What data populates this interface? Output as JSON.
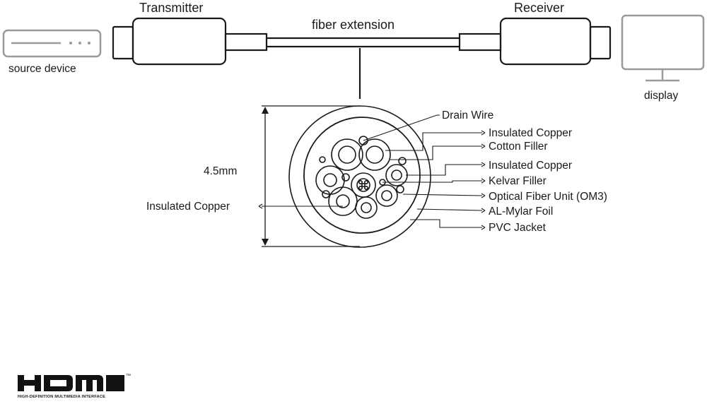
{
  "top": {
    "source_label": "source device",
    "transmitter_label": "Transmitter",
    "fiber_label": "fiber extension",
    "receiver_label": "Receiver",
    "display_label": "display"
  },
  "cross_section": {
    "diameter_label": "4.5mm",
    "left_callout": "Insulated Copper",
    "callouts": [
      "Drain Wire",
      "Insulated Copper",
      "Cotton Filler",
      "Insulated Copper",
      "Kelvar Filler",
      "Optical Fiber Unit (OM3)",
      "AL-Mylar Foil",
      "PVC Jacket"
    ]
  },
  "logo": {
    "wordmark": "HDMI",
    "trademark": "™",
    "tagline": "HIGH-DEFINITION MULTIMEDIA INTERFACE"
  },
  "colors": {
    "line": "#1a1a1a",
    "device_gray": "#9a9a9a"
  }
}
